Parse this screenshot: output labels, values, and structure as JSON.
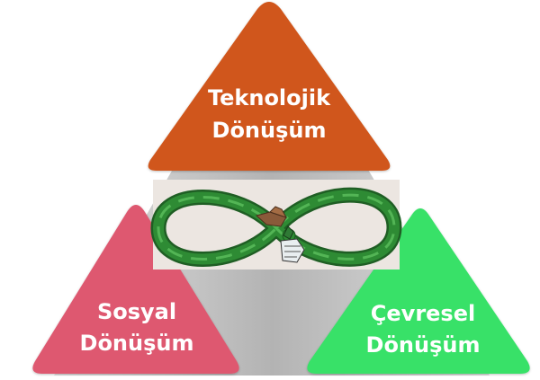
{
  "diagram": {
    "top": {
      "line1": "Teknolojik",
      "line2": "Dönüşüm",
      "color": "#d0561a"
    },
    "left": {
      "line1": "Sosyal",
      "line2": "Dönüşüm",
      "color": "#de5870"
    },
    "right": {
      "line1": "Çevresel",
      "line2": "Dönüşüm",
      "color": "#37e168"
    },
    "center": {
      "symbol": "infinity-loop-with-hands",
      "loop_color": "#2e8b34",
      "panel_color": "#ece6e1"
    },
    "background_gradient": [
      "#e2e2e2",
      "#b3b3b3",
      "#e0e0e0"
    ]
  }
}
